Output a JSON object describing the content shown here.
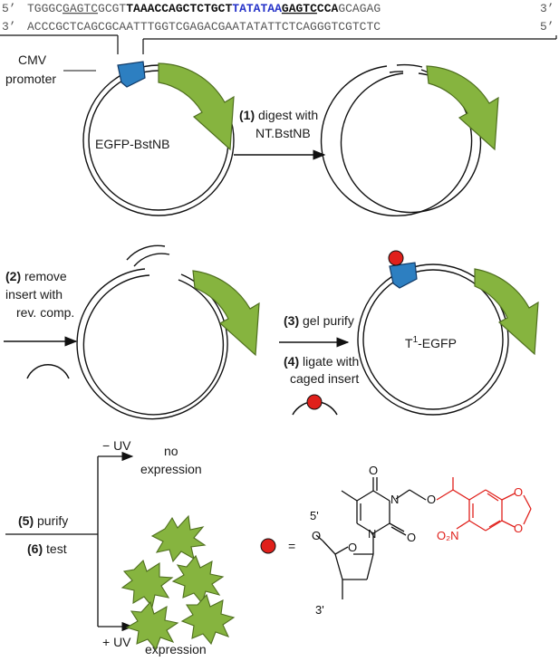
{
  "sequences": {
    "top": {
      "prime5": "5’",
      "prefix": "TGGGC",
      "site1": "GAGTC",
      "mid": "GCGT",
      "bold1": "TAAACCAGCTCTGCT",
      "blue": "TATATAA",
      "site2": "GAGTC",
      "bold2": "CCA",
      "suffix": "GCAGAG",
      "prime3": "3’"
    },
    "bottom": {
      "prime3": "3’",
      "seq": "ACCCGCTCAGCGCAATTTGGTCGAGACGAATATATTCTCAGGGTCGTCTC",
      "prime5": "5’"
    }
  },
  "labels": {
    "cmv_line1": "CMV",
    "cmv_line2": "promoter",
    "plasmid1": "EGFP-BstNB",
    "plasmid4": "EGFP",
    "plasmid4_prefix": "T",
    "plasmid4_sup": "1",
    "plasmid4_dash": "-"
  },
  "steps": {
    "s1_num": "(1)",
    "s1_line1": "digest with",
    "s1_line2": "NT.BstNB",
    "s2_num": "(2)",
    "s2_line1": "remove",
    "s2_line2": "insert with",
    "s2_line3": "rev. comp.",
    "s3_num": "(3)",
    "s3_text": "gel purify",
    "s4_num": "(4)",
    "s4_line1": "ligate with",
    "s4_line2": "caged insert",
    "s5_num": "(5)",
    "s5_text": "purify",
    "s6_num": "(6)",
    "s6_text": "test"
  },
  "outcomes": {
    "minus_uv": "− UV",
    "no_line1": "no",
    "no_line2": "expression",
    "plus_uv": "+ UV",
    "expr": "expression"
  },
  "legend": {
    "equals": "="
  },
  "chem": {
    "o_top": "O",
    "n_top": "N",
    "o_ether": "O",
    "n_bottom": "N",
    "o_bottom": "O",
    "prime5": "5'",
    "o_5": "O",
    "o_ring": "O",
    "prime3": "3'",
    "no2": "O₂N",
    "o_diox1": "O",
    "o_diox2": "O"
  },
  "colors": {
    "promoter": "#2d7fc1",
    "gfp": "#86b43f",
    "gfp_dark": "#4f6f1f",
    "cage": "#e0201b",
    "sequence_blue": "#2633c9",
    "cage_group": "#e0201b"
  }
}
